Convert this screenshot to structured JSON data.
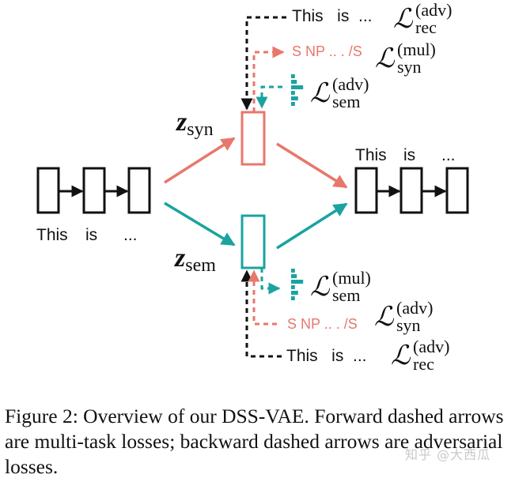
{
  "colors": {
    "syntax": "#e8776b",
    "semantic": "#1aa3a0",
    "black": "#111111",
    "tree_text": "#e8776b",
    "watermark": "#c9c9c9"
  },
  "encoder": {
    "tokens": [
      "This",
      "is",
      "..."
    ]
  },
  "decoder": {
    "tokens": [
      "This",
      "is",
      "..."
    ]
  },
  "latents": {
    "syn": {
      "symbol": "z",
      "subscript": "syn"
    },
    "sem": {
      "symbol": "z",
      "subscript": "sem"
    }
  },
  "top_losses": {
    "rec": {
      "text": "This   is  ...",
      "symbol": "ℒ",
      "superscript": "(adv)",
      "subscript": "rec",
      "direction": "backward"
    },
    "syn": {
      "text": "S NP .. . /S",
      "symbol": "ℒ",
      "superscript": "(mul)",
      "subscript": "syn",
      "direction": "forward"
    },
    "sem": {
      "text": "",
      "symbol": "ℒ",
      "superscript": "(adv)",
      "subscript": "sem",
      "direction": "backward",
      "histogram": [
        0.3,
        0.45,
        0.95,
        0.3,
        0.55,
        0.3
      ]
    }
  },
  "bottom_losses": {
    "sem": {
      "text": "",
      "symbol": "ℒ",
      "superscript": "(mul)",
      "subscript": "sem",
      "direction": "forward",
      "histogram": [
        0.3,
        0.45,
        0.95,
        0.3,
        0.55,
        0.3
      ]
    },
    "syn": {
      "text": "S NP .. . /S",
      "symbol": "ℒ",
      "superscript": "(adv)",
      "subscript": "syn",
      "direction": "backward"
    },
    "rec": {
      "text": "This   is  ...",
      "symbol": "ℒ",
      "superscript": "(adv)",
      "subscript": "rec",
      "direction": "backward"
    }
  },
  "caption": "Figure 2: Overview of our DSS-VAE. Forward dashed arrows are multi-task losses; backward dashed arrows are adversarial losses.",
  "watermark": "知乎 @大西瓜"
}
